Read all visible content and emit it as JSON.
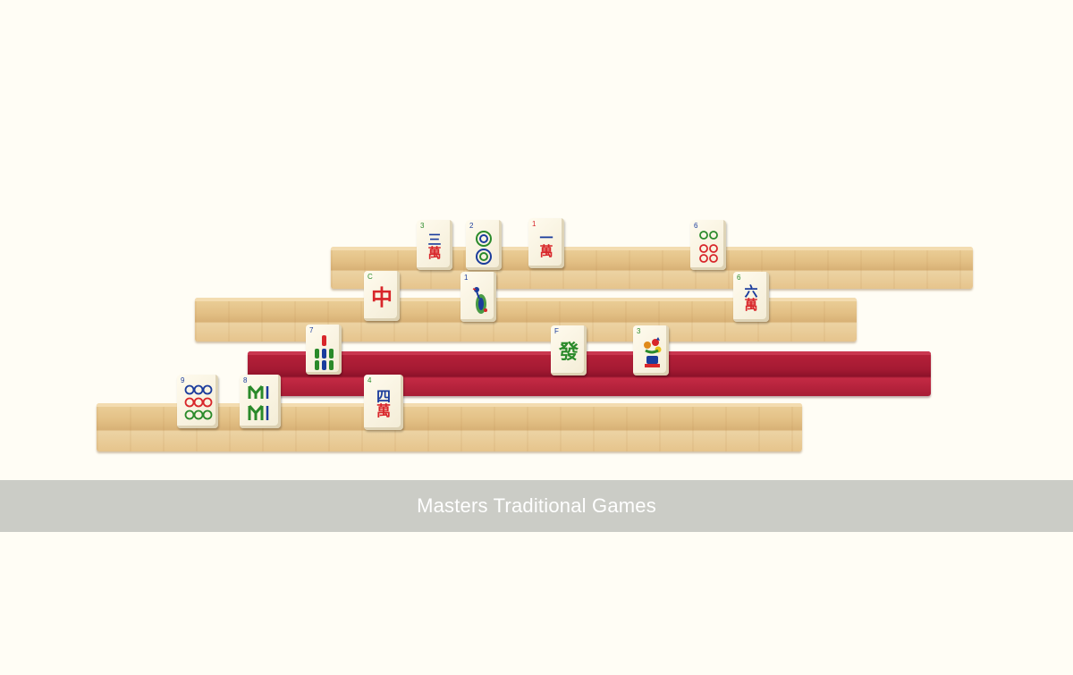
{
  "caption": "Masters Traditional Games",
  "colors": {
    "background": "#fffdf5",
    "caption_bar": "#cbccc6",
    "caption_text": "#ffffff",
    "rack_wood": "#e3c085",
    "rack_red": "#a51a33"
  },
  "racks": [
    {
      "name": "rack-wood-back",
      "finish": "wood"
    },
    {
      "name": "rack-wood-middle",
      "finish": "wood"
    },
    {
      "name": "rack-red",
      "finish": "red"
    },
    {
      "name": "rack-wood-front",
      "finish": "wood"
    }
  ],
  "tiles": {
    "t3_char": {
      "index": "3",
      "glyph_top": "三",
      "glyph_bottom": "萬"
    },
    "t2_circle": {
      "index": "2",
      "icon": "circle-pair-icon"
    },
    "t1_char": {
      "index": "1",
      "glyph_top": "一",
      "glyph_bottom": "萬"
    },
    "t6_circle": {
      "index": "6",
      "icon": "circle-six-icon"
    },
    "red_dragon": {
      "index": "C",
      "glyph_top": "中"
    },
    "t1_bamboo": {
      "index": "1",
      "icon": "peacock-icon"
    },
    "t6_char": {
      "index": "6",
      "glyph_top": "六",
      "glyph_bottom": "萬"
    },
    "t7_bamboo": {
      "index": "7",
      "icon": "bamboo-seven-icon"
    },
    "green_dragon": {
      "index": "F",
      "glyph_top": "發"
    },
    "flower_3": {
      "index": "3",
      "icon": "flower-pot-icon"
    },
    "t9_circle": {
      "index": "9",
      "icon": "circle-nine-icon"
    },
    "t8_bamboo": {
      "index": "8",
      "icon": "bamboo-eight-icon"
    },
    "t4_char": {
      "index": "4",
      "glyph_top": "四",
      "glyph_bottom": "萬"
    }
  }
}
